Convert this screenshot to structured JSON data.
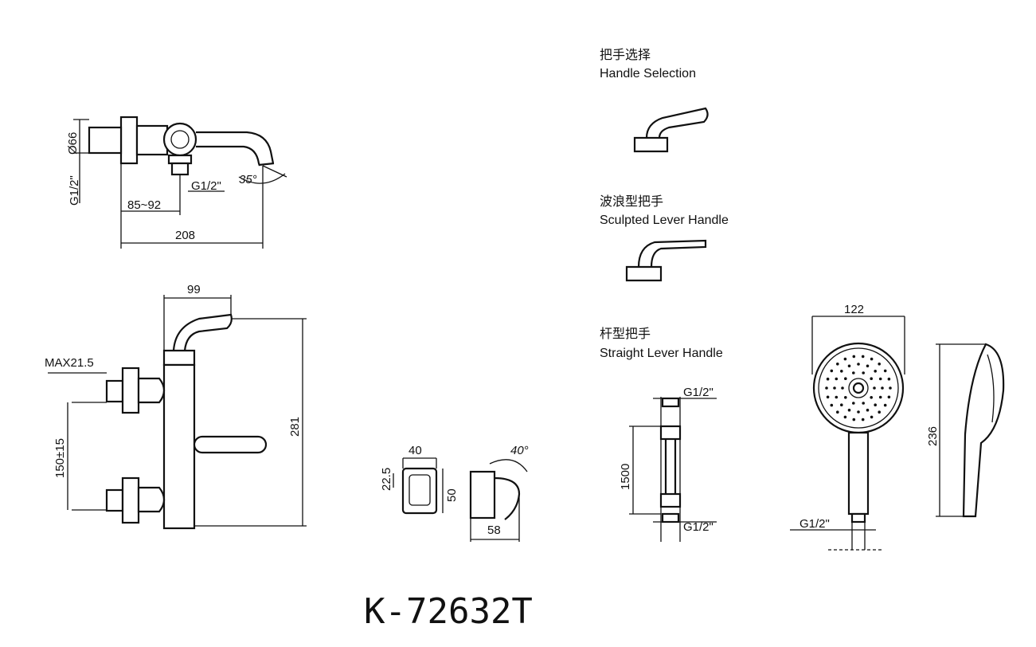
{
  "model_number": "K-72632T",
  "handle_selection": {
    "heading_cn": "把手选择",
    "heading_en": "Handle Selection",
    "options": [
      {
        "name_cn": "波浪型把手",
        "name_en": "Sculpted Lever Handle"
      },
      {
        "name_cn": "杆型把手",
        "name_en": "Straight Lever Handle"
      }
    ]
  },
  "top_view": {
    "dia_label": "Ø66",
    "inlet_left": "G1/2\"",
    "outlet": "G1/2\"",
    "angle": "35°",
    "spacing": "85~92",
    "length": "208"
  },
  "front_view": {
    "handle_width": "99",
    "max_depth": "MAX21.5",
    "centers": "150±15",
    "height": "281"
  },
  "bracket": {
    "width": "40",
    "hole": "22.5",
    "height": "50",
    "depth": "58",
    "angle": "40°"
  },
  "hose": {
    "top_thread": "G1/2\"",
    "bottom_thread": "G1/2\"",
    "length": "1500"
  },
  "handshower": {
    "diameter": "122",
    "length": "236",
    "thread": "G1/2\""
  }
}
